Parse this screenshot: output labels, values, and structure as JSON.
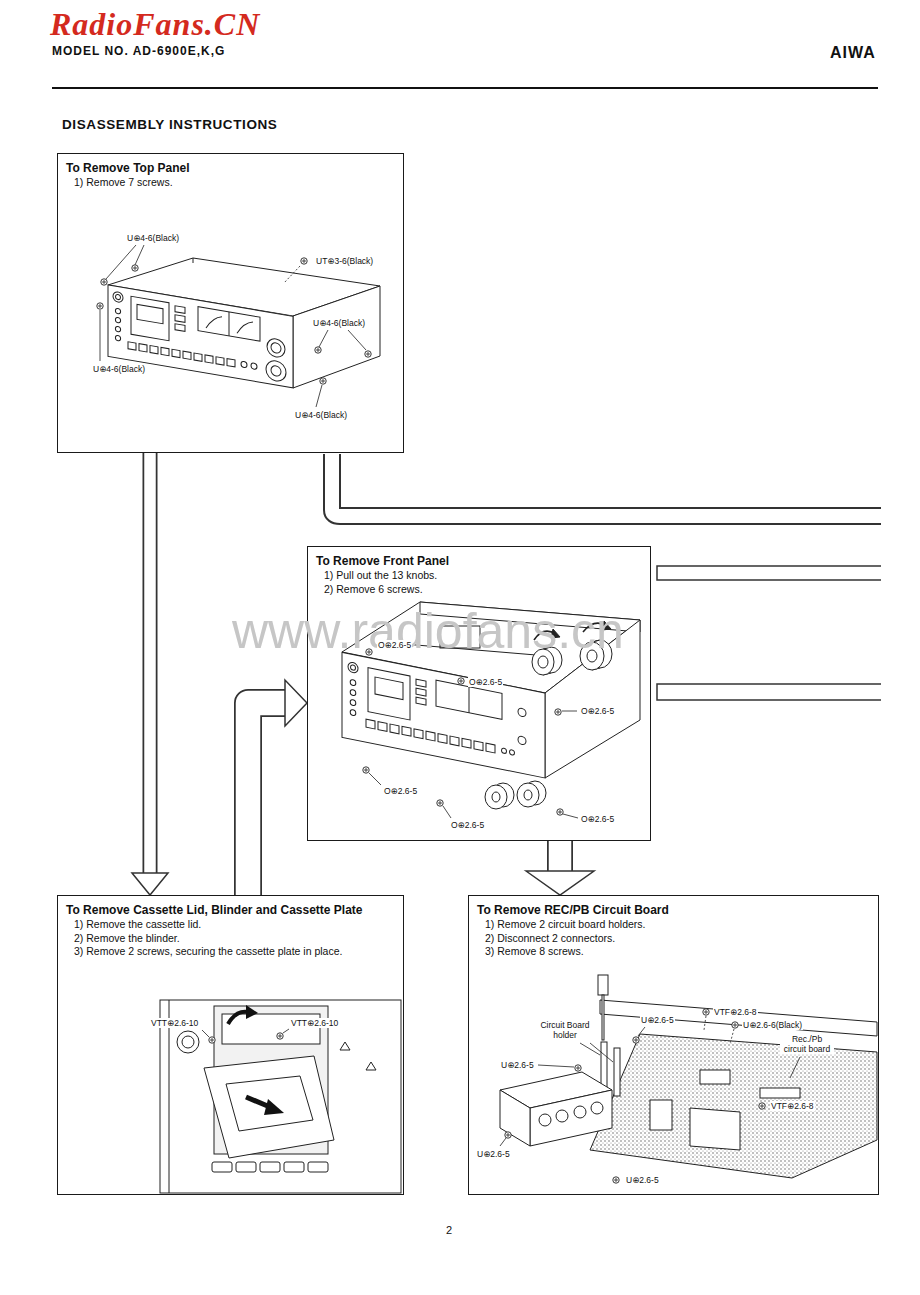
{
  "diagram": {
    "title": "DISASSEMBLY INSTRUCTIONS",
    "nodes": [
      {
        "text": [
          "To Remove Top Panel",
          "1) Remove 7 screws."
        ]
      },
      {
        "text": [
          "To Remove Front Panel",
          "1) Pull out the 13 knobs.",
          "2) Remove 6 screws."
        ]
      },
      {
        "text": [
          "To Remove Cassette Lid, Blinder and Cassette Plate",
          "1) Remove the cassette lid.",
          "2) Remove the blinder.",
          "3) Remove 2 screws, securing the cassette plate in place."
        ]
      },
      {
        "text": [
          "To Remove REC/PB Circuit Board",
          "1) Remove 2 circuit board holders.",
          "2) Disconnect 2 connectors.",
          "3) Remove 8 screws."
        ]
      }
    ],
    "edges": [
      {
        "from": 0,
        "to": 2,
        "arrow": "to"
      },
      {
        "from": 2,
        "to": 1,
        "arrow": "to"
      },
      {
        "from": 1,
        "to": 3,
        "arrow": "to"
      }
    ],
    "labels": [
      "RadioFans.CN",
      "MODEL NO. AD-6900E,K,G",
      "AIWA",
      "U⊕4-6(Black)",
      "UT⊕3-6(Black)",
      "U⊕4-6(Black)",
      "U⊕4-6(Black)",
      "U⊕4-6(Black)",
      "www.radiofans.cn",
      "O⊕2.6-5",
      "O⊕2.6-5",
      "O⊕2.6-5",
      "O⊕2.6-5",
      "O⊕2.6-5",
      "O⊕2.6-5",
      "VTT⊕2.6-10",
      "VTT⊕2.6-10",
      "U⊕2.6-5",
      "VTF⊕2.6-8",
      "U⊕2.6-6(Black)",
      "Circuit Board holder",
      "Rec./Pb circuit board",
      "U⊕2.6-5",
      "VTF⊕2.6-8",
      "U⊕2.6-5",
      "U⊕2.6-5",
      "2"
    ]
  }
}
